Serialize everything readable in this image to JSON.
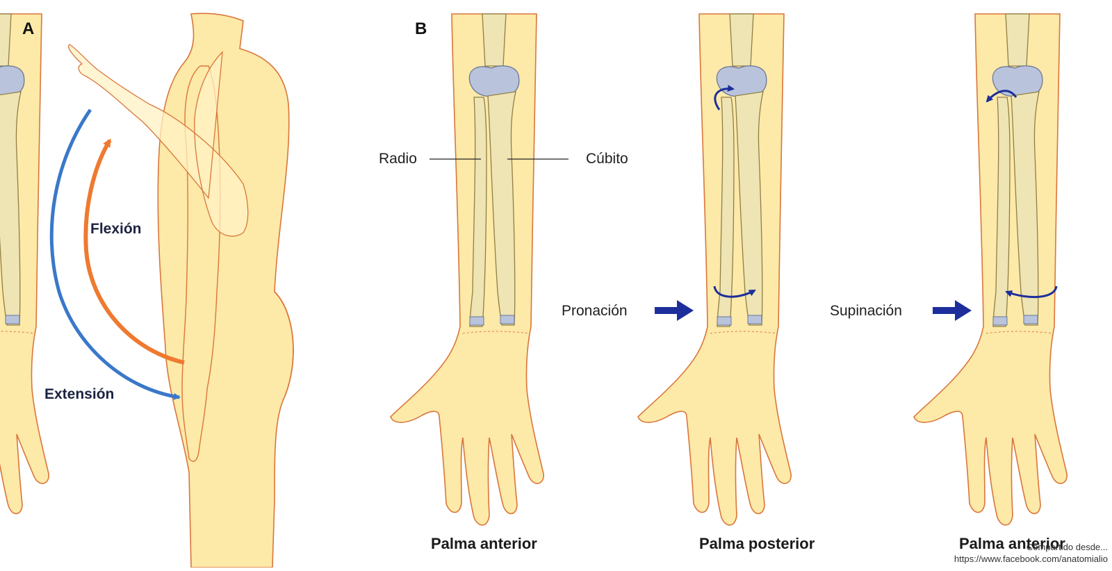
{
  "colors": {
    "skin": "#fde9a8",
    "skin_outline": "#d9763a",
    "bone": "#eee4b4",
    "bone_outline": "#8f7f45",
    "cartilage": "#b9c4dc",
    "flexion_arrow": "#ee7a30",
    "extension_arrow": "#3a78c9",
    "motion_arrow": "#1d2e9c"
  },
  "panel_a": {
    "letter": "A",
    "flexion_label": "Flexión",
    "extension_label": "Extensión"
  },
  "panel_b": {
    "letter": "B",
    "radio_label": "Radio",
    "cubito_label": "Cúbito",
    "pronation_label": "Pronación",
    "supination_label": "Supinación",
    "caption_1": "Palma anterior",
    "caption_2": "Palma posterior",
    "caption_3": "Palma anterior"
  },
  "credit": {
    "line1": "Compartido desde...",
    "line2": "https://www.facebook.com/anatomialio"
  }
}
